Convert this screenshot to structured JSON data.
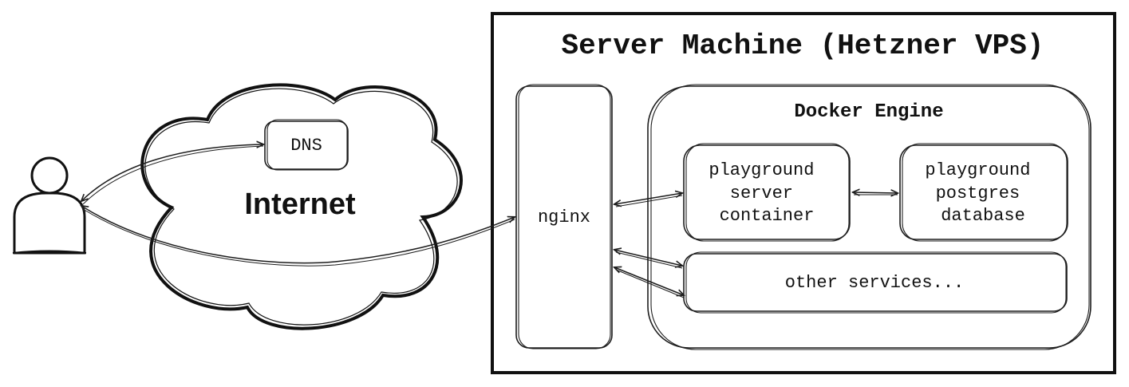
{
  "server": {
    "title": "Server Machine (Hetzner VPS)"
  },
  "internet": {
    "label": "Internet",
    "dns_label": "DNS"
  },
  "nginx": {
    "label": "nginx"
  },
  "docker": {
    "title": "Docker Engine",
    "playground_server": [
      "playground",
      "server",
      "container"
    ],
    "playground_db": [
      "playground",
      "postgres",
      "database"
    ],
    "other_services": "other services..."
  },
  "colors": {
    "stroke": "#1e1e1e",
    "background": "#ffffff"
  },
  "icons": {
    "user": "user-icon"
  }
}
